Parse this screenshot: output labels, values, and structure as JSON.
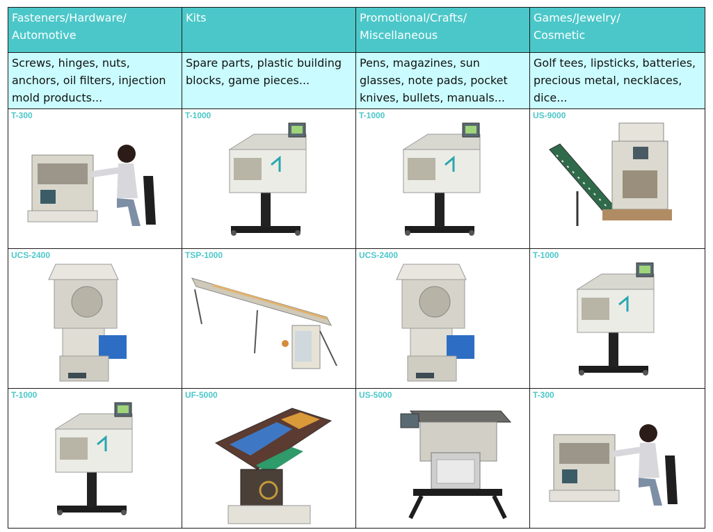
{
  "columns": [
    {
      "title": "Fasteners/Hardware/\nAutomotive",
      "examples": "Screws, hinges, nuts, anchors, oil filters, injection mold products..."
    },
    {
      "title": "Kits",
      "examples": "Spare parts, plastic building blocks, game pieces..."
    },
    {
      "title": "Promotional/Crafts/\nMiscellaneous",
      "examples": "Pens, magazines, sun glasses, note pads, pocket knives, bullets, manuals..."
    },
    {
      "title": "Games/Jewelry/\nCosmetic",
      "examples": "Golf tees, lipsticks, batteries, precious metal, necklaces, dice..."
    }
  ],
  "rows": [
    [
      {
        "model": "T-300",
        "kind": "operator"
      },
      {
        "model": "T-1000",
        "kind": "bagger"
      },
      {
        "model": "T-1000",
        "kind": "bagger"
      },
      {
        "model": "US-9000",
        "kind": "conveyor"
      }
    ],
    [
      {
        "model": "UCS-2400",
        "kind": "counter"
      },
      {
        "model": "TSP-1000",
        "kind": "line"
      },
      {
        "model": "UCS-2400",
        "kind": "counter"
      },
      {
        "model": "T-1000",
        "kind": "bagger"
      }
    ],
    [
      {
        "model": "T-1000",
        "kind": "bagger"
      },
      {
        "model": "UF-5000",
        "kind": "feeder"
      },
      {
        "model": "US-5000",
        "kind": "bowl"
      },
      {
        "model": "T-300",
        "kind": "operator"
      }
    ]
  ],
  "colors": {
    "header": "#4bc7c9",
    "desc": "#cafcff",
    "model": "#4bc7c9"
  }
}
